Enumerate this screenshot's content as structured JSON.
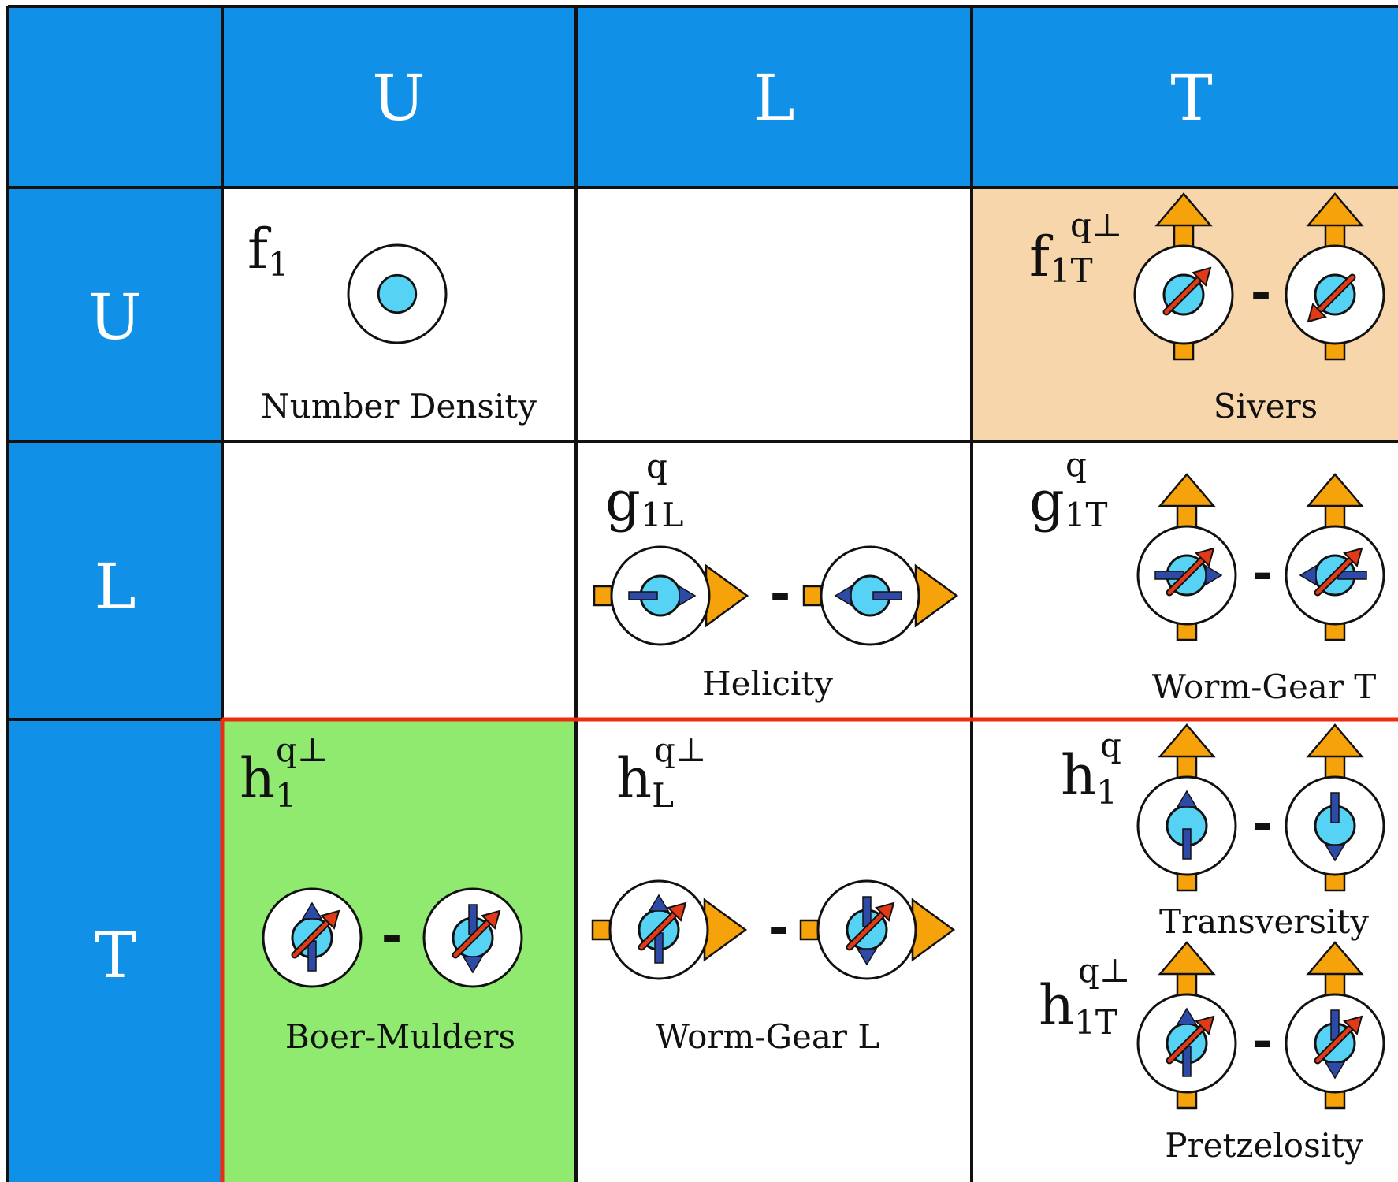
{
  "colors": {
    "header_blue": "#1190e8",
    "header_text": "#ffffff",
    "sivers_fill": "#f8d6ab",
    "boer_fill": "#90ea6f",
    "highlight_border": "#ee2a10",
    "arrow_orange": "#f6a20a",
    "quark_cyan": "#55d2f4",
    "spin_blue": "#2d4aa6",
    "spin_red": "#e03a17",
    "grid_line": "#111111"
  },
  "column_headers": [
    "U",
    "L",
    "T"
  ],
  "row_headers": [
    "U",
    "L",
    "T"
  ],
  "cells": {
    "uu": {
      "symbol": "f",
      "sub": "1",
      "sup": "",
      "label": "Number Density",
      "icon": "unpolarized-nucleon-icon"
    },
    "ut": {
      "symbol": "f",
      "sub": "1T",
      "sup": "q⊥",
      "label": "Sivers",
      "minus": "-",
      "icon": "sivers-nucleon-icon"
    },
    "ll": {
      "symbol": "g",
      "sub": "1L",
      "sup": "q",
      "label": "Helicity",
      "minus": "-",
      "icon": "helicity-nucleon-icon"
    },
    "lt": {
      "symbol": "g",
      "sub": "1T",
      "sup": "q",
      "label": "Worm-Gear T",
      "minus": "-",
      "icon": "worm-gear-t-nucleon-icon"
    },
    "tu": {
      "symbol": "h",
      "sub": "1",
      "sup": "q⊥",
      "label": "Boer-Mulders",
      "minus": "-",
      "icon": "boer-mulders-nucleon-icon"
    },
    "tl": {
      "symbol": "h",
      "sub": "L",
      "sup": "q⊥",
      "label": "Worm-Gear L",
      "minus": "-",
      "icon": "worm-gear-l-nucleon-icon"
    },
    "tt1": {
      "symbol": "h",
      "sub": "1",
      "sup": "q",
      "label": "Transversity",
      "minus": "-",
      "icon": "transversity-nucleon-icon"
    },
    "tt2": {
      "symbol": "h",
      "sub": "1T",
      "sup": "q⊥",
      "label": "Pretzelosity",
      "minus": "-",
      "icon": "pretzelosity-nucleon-icon"
    }
  }
}
